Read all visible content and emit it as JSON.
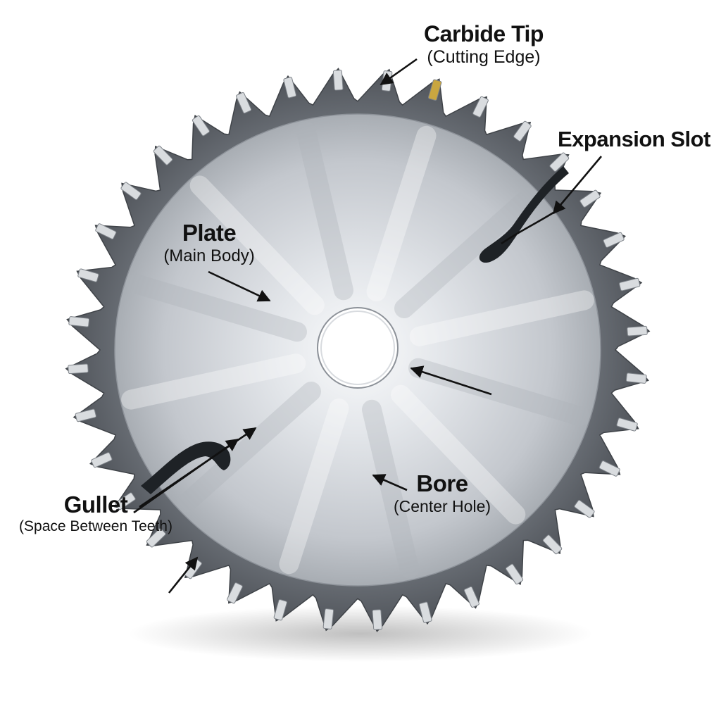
{
  "labels": {
    "carbide_tip": {
      "title": "Carbide Tip",
      "subtitle": "(Cutting Edge)"
    },
    "expansion_slot": {
      "title": "Expansion Slot"
    },
    "plate": {
      "title": "Plate",
      "subtitle": "(Main Body)"
    },
    "bore": {
      "title": "Bore",
      "subtitle": "(Center Hole)"
    },
    "gullet": {
      "title": "Gullet",
      "subtitle": "(Space Between Teeth)"
    }
  },
  "blade": {
    "tooth_count": 36,
    "colors": {
      "background": "#ffffff",
      "plate_light": "#f2f3f5",
      "plate_mid": "#c4c8ce",
      "plate_dark": "#9ea3aa",
      "body_ring": "#5c6066",
      "carbide_tip": "#d9dcdf",
      "gold_tip": "#c9a640",
      "arrow": "#111111"
    }
  }
}
